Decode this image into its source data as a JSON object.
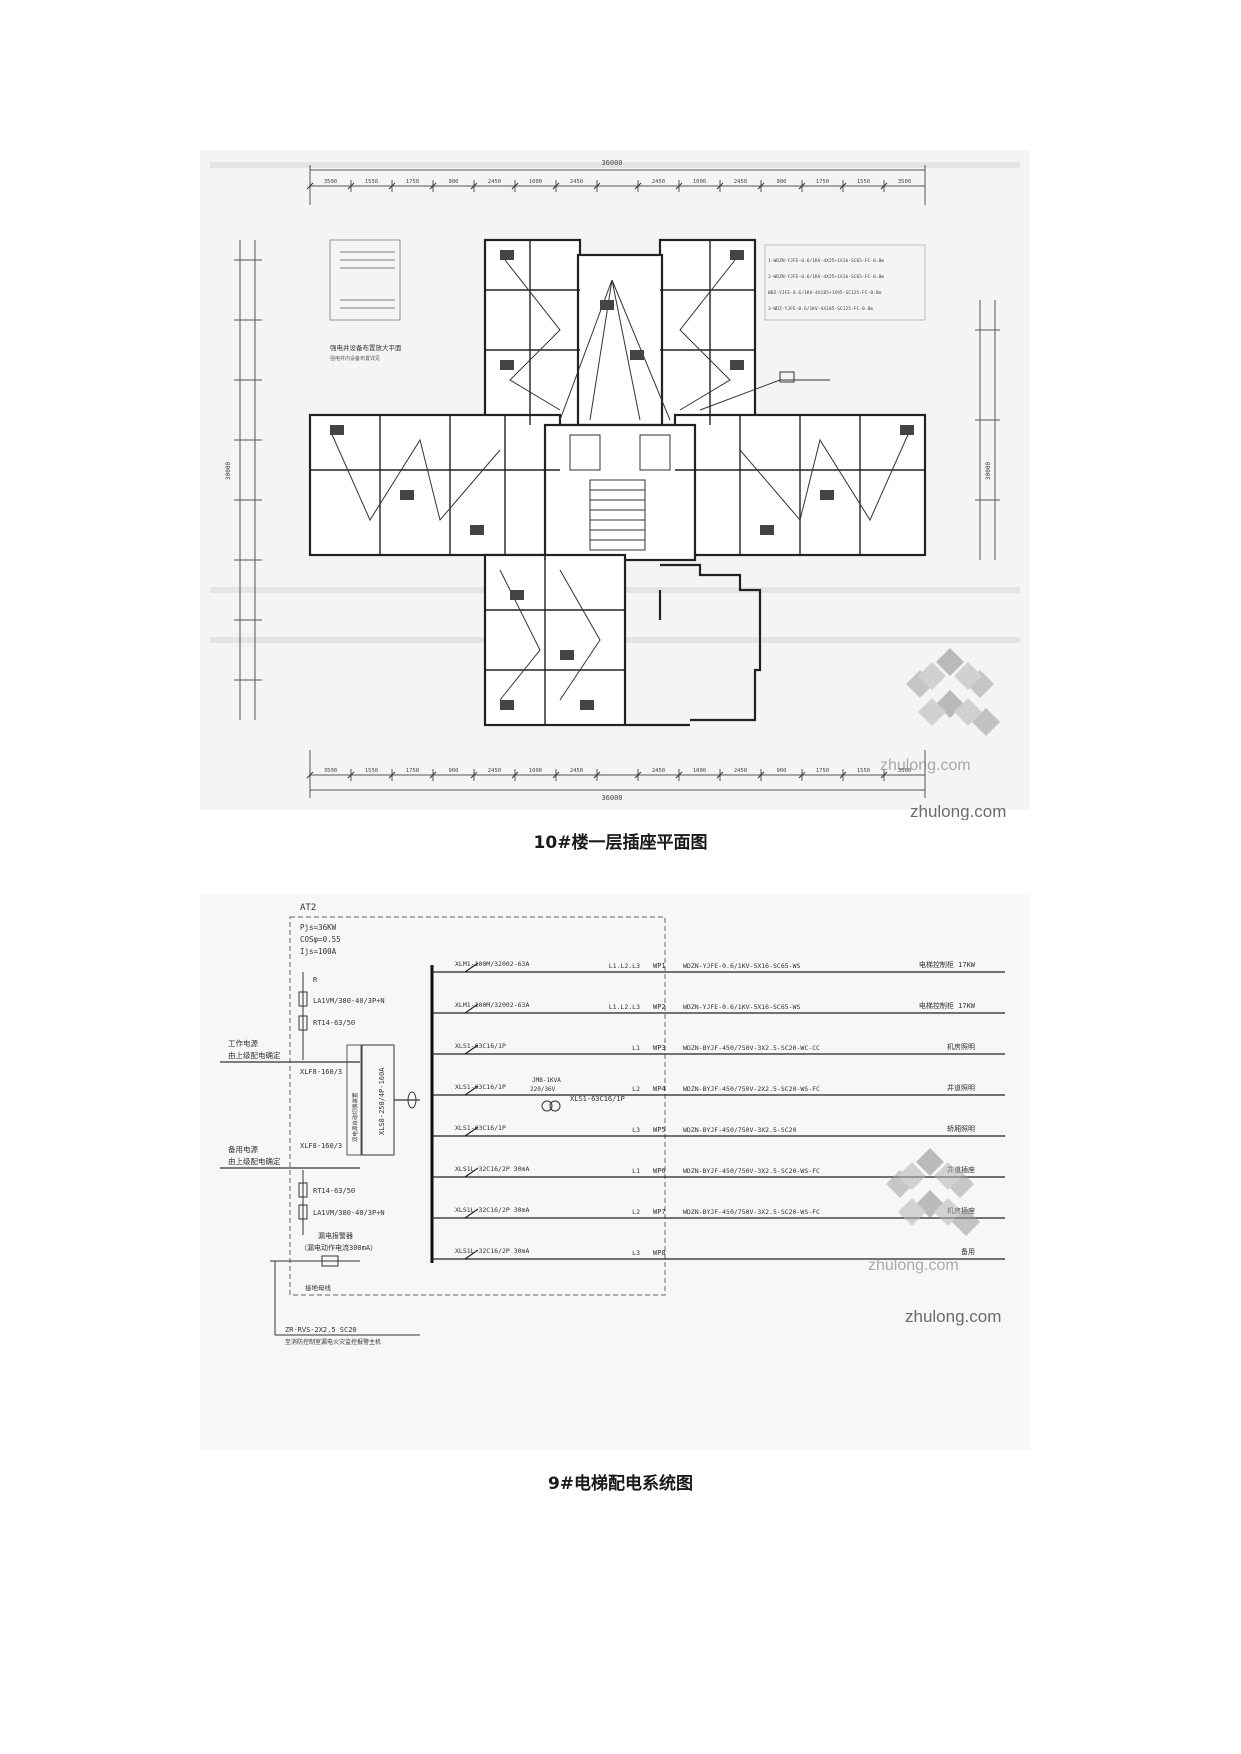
{
  "plan": {
    "caption": "10#楼一层插座平面图",
    "dim_total_top": "36000",
    "dim_total_bottom": "36000",
    "dim_segments_top": [
      "3500",
      "1550",
      "1750",
      "900",
      "2450",
      "1000",
      "2450",
      "",
      "2450",
      "1000",
      "2450",
      "900",
      "1750",
      "1550",
      "3500"
    ],
    "dim_segments_bottom": [
      "3500",
      "1550",
      "1750",
      "900",
      "2450",
      "1000",
      "2450",
      "",
      "2450",
      "1000",
      "2450",
      "900",
      "1750",
      "1550",
      "3500"
    ],
    "dim_side_left": "30000",
    "dim_side_right": "30000",
    "legend_title": "强电井设备布置放大平面",
    "legend_note": "强电井内设备布置详见",
    "notes_right": [
      "1-WDZN-YJFE-0.6/1KV-4X25+1X16-SC65-FC-0.8m",
      "2-WDZN-YJFE-0.6/1KV-4X25+1X16-SC65-FC-0.8m",
      "WDZ-YJFE-0.6/1KV-4X185+1X95-SC125-FC-0.8m",
      "3-WDZ-YJFE-0.6/1KV-4X185-SC125-FC-0.8m"
    ]
  },
  "system": {
    "caption": "9#电梯配电系统图",
    "panel": "AT2",
    "params": [
      "Pjs=36KW",
      "COSφ=0.55",
      "Ijs=100A"
    ],
    "left_top": [
      "LA1VM/380-40/3P+N",
      "RT14-63/50"
    ],
    "supply_work": [
      "工作电源",
      "由上级配电确定"
    ],
    "switch_work": "XLF8-160/3",
    "ats": "XLS8-250/4P-160A",
    "ats_note": "双电源自动切换装置",
    "supply_backup": [
      "备用电源",
      "由上级配电确定"
    ],
    "switch_backup": "XLF8-160/3",
    "left_bottom": [
      "RT14-63/50",
      "LA1VM/380-40/3P+N"
    ],
    "alarm": [
      "漏电报警器",
      "（漏电动作电流300mA）"
    ],
    "grounding": "接地母线",
    "fire_cable": [
      "ZR-RVS-2X2.5 SC20",
      "至消防控制室漏电火灾监控报警主机"
    ],
    "breaker_mid": "XLS1-63C16/1P",
    "transformer": [
      "JMB-1KVA",
      "220/36V"
    ],
    "circuits": [
      {
        "breaker": "XLM1-100M/32002-63A",
        "phase": "L1.L2.L3",
        "id": "WP1",
        "cable": "WDZN-YJFE-0.6/1KV-5X16-SC65-WS",
        "load": "电梯控制柜 17KW"
      },
      {
        "breaker": "XLM1-100M/32002-63A",
        "phase": "L1.L2.L3",
        "id": "WP2",
        "cable": "WDZN-YJFE-0.6/1KV-5X16-SC65-WS",
        "load": "电梯控制柜 17KW"
      },
      {
        "breaker": "XLS1-63C16/1P",
        "phase": "L1",
        "id": "WP3",
        "cable": "WDZN-BYJF-450/750V-3X2.5-SC20-WC-CC",
        "load": "机房照明"
      },
      {
        "breaker": "XLS1-63C16/1P",
        "phase": "L2",
        "id": "WP4",
        "cable": "WDZN-BYJF-450/750V-2X2.5-SC20-WS-FC",
        "load": "井道照明"
      },
      {
        "breaker": "XLS1-63C16/1P",
        "phase": "L3",
        "id": "WP5",
        "cable": "WDZN-BYJF-450/750V-3X2.5-SC20",
        "load": "轿厢照明"
      },
      {
        "breaker": "XLS1L-32C16/2P 30mA",
        "phase": "L1",
        "id": "WP6",
        "cable": "WDZN-BYJF-450/750V-3X2.5-SC20-WS-FC",
        "load": "井道插座"
      },
      {
        "breaker": "XLS1L-32C16/2P 30mA",
        "phase": "L2",
        "id": "WP7",
        "cable": "WDZN-BYJF-450/750V-3X2.5-SC20-WS-FC",
        "load": "机房插座"
      },
      {
        "breaker": "XLS1L-32C16/2P 30mA",
        "phase": "L3",
        "id": "WP8",
        "cable": "",
        "load": "备用"
      }
    ]
  },
  "watermark": {
    "text": "zhulong.com"
  }
}
